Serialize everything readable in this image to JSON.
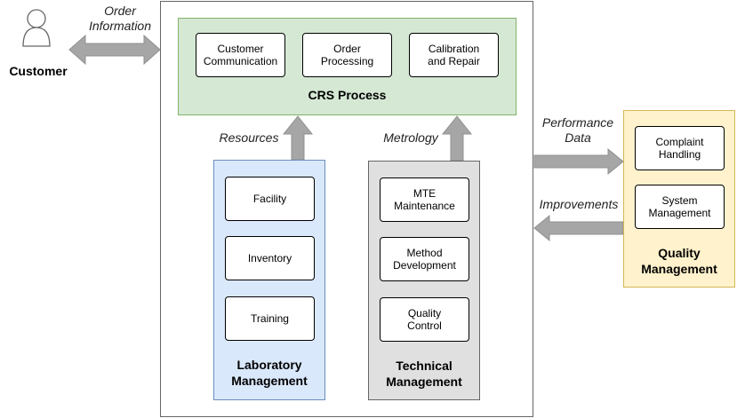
{
  "customer": {
    "label": "Customer"
  },
  "order_info": {
    "label": "Order\nInformation"
  },
  "crs": {
    "title": "CRS Process",
    "items": [
      "Customer\nCommunication",
      "Order\nProcessing",
      "Calibration\nand Repair"
    ]
  },
  "resources": {
    "label": "Resources"
  },
  "metrology": {
    "label": "Metrology"
  },
  "laboratory": {
    "title": "Laboratory\nManagement",
    "items": [
      "Facility",
      "Inventory",
      "Training"
    ]
  },
  "technical": {
    "title": "Technical\nManagement",
    "items": [
      "MTE\nMaintenance",
      "Method\nDevelopment",
      "Quality\nControl"
    ]
  },
  "performance": {
    "label": "Performance\nData"
  },
  "improvements": {
    "label": "Improvements"
  },
  "quality": {
    "title": "Quality\nManagement",
    "items": [
      "Complaint\nHandling",
      "System\nManagement"
    ]
  },
  "colors": {
    "crs_fill": "#d5e8d4",
    "crs_border": "#82b366",
    "lab_fill": "#dae8fc",
    "lab_border": "#6c8ebf",
    "tech_fill": "#e0e0e0",
    "tech_border": "#666666",
    "quality_fill": "#fff2cc",
    "quality_border": "#d6b656",
    "arrow": "#a6a6a6"
  }
}
